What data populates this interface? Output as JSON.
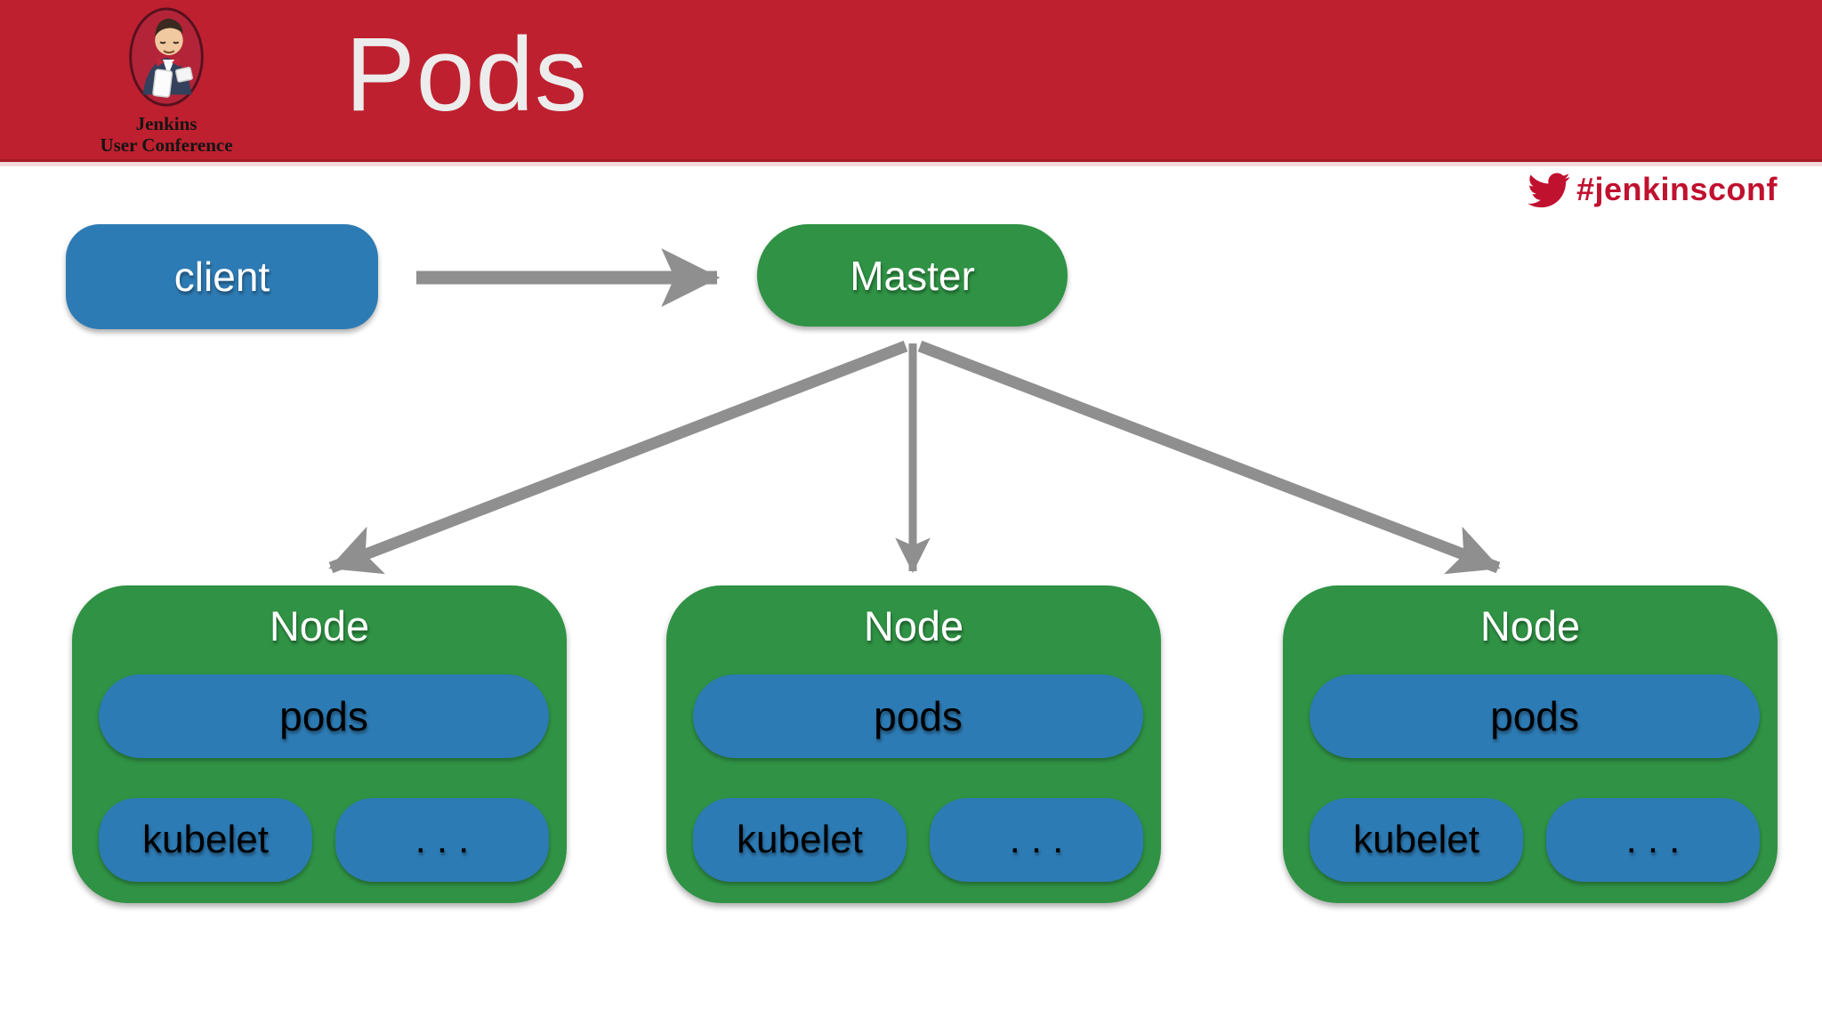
{
  "slide": {
    "title": "Pods",
    "logo": {
      "line1": "Jenkins",
      "line2": "User Conference"
    },
    "hashtag": "#jenkinsconf"
  },
  "diagram": {
    "client_label": "client",
    "master_label": "Master",
    "nodes": [
      {
        "title": "Node",
        "pods_label": "pods",
        "kubelet_label": "kubelet",
        "more_label": "..."
      },
      {
        "title": "Node",
        "pods_label": "pods",
        "kubelet_label": "kubelet",
        "more_label": "..."
      },
      {
        "title": "Node",
        "pods_label": "pods",
        "kubelet_label": "kubelet",
        "more_label": "..."
      }
    ]
  },
  "colors": {
    "header_red": "#BE202F",
    "accent_red": "#C0112F",
    "box_blue": "#2D7BB4",
    "box_green": "#2F9244",
    "arrow_gray": "#8F8F8F",
    "title_text": "#ECECEC",
    "box_text": "#FFFFFF"
  }
}
